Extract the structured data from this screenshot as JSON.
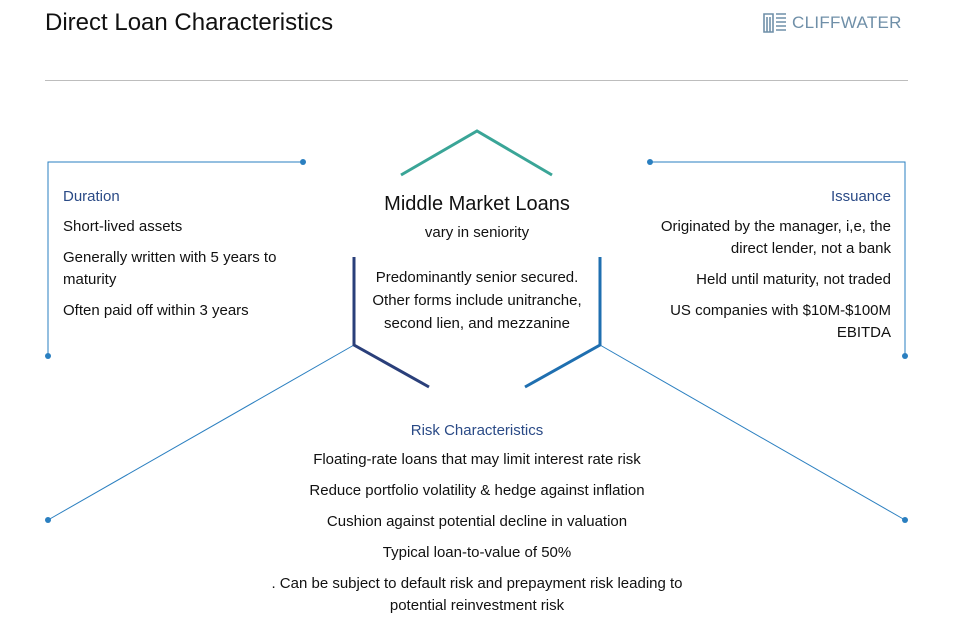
{
  "header": {
    "title": "Direct Loan Characteristics",
    "logo_text": "CLIFFWATER"
  },
  "center": {
    "title": "Middle Market Loans",
    "subtitle": "vary in seniority",
    "description": "Predominantly senior secured. Other forms include unitranche, second lien, and mezzanine"
  },
  "duration": {
    "heading": "Duration",
    "items": [
      "Short-lived assets",
      "Generally written with 5 years to maturity",
      "Often paid off within 3 years"
    ]
  },
  "issuance": {
    "heading": "Issuance",
    "items": [
      "Originated by the manager, i,e, the direct lender, not a bank",
      "Held until maturity, not traded",
      "US companies with $10M-$100M EBITDA"
    ]
  },
  "risk": {
    "heading": "Risk Characteristics",
    "items": [
      "Floating-rate loans that may limit interest rate risk",
      "Reduce portfolio volatility & hedge against inflation",
      "Cushion against potential decline in valuation",
      "Typical loan-to-value of 50%",
      ". Can be subject to default risk and prepayment risk leading to potential reinvestment risk"
    ]
  },
  "colors": {
    "teal": "#3aa597",
    "navy": "#2a3f7a",
    "blue": "#1f6fb0",
    "connector": "#2a7fc0",
    "heading": "#2a4a86",
    "rule": "#bdbdbd"
  }
}
